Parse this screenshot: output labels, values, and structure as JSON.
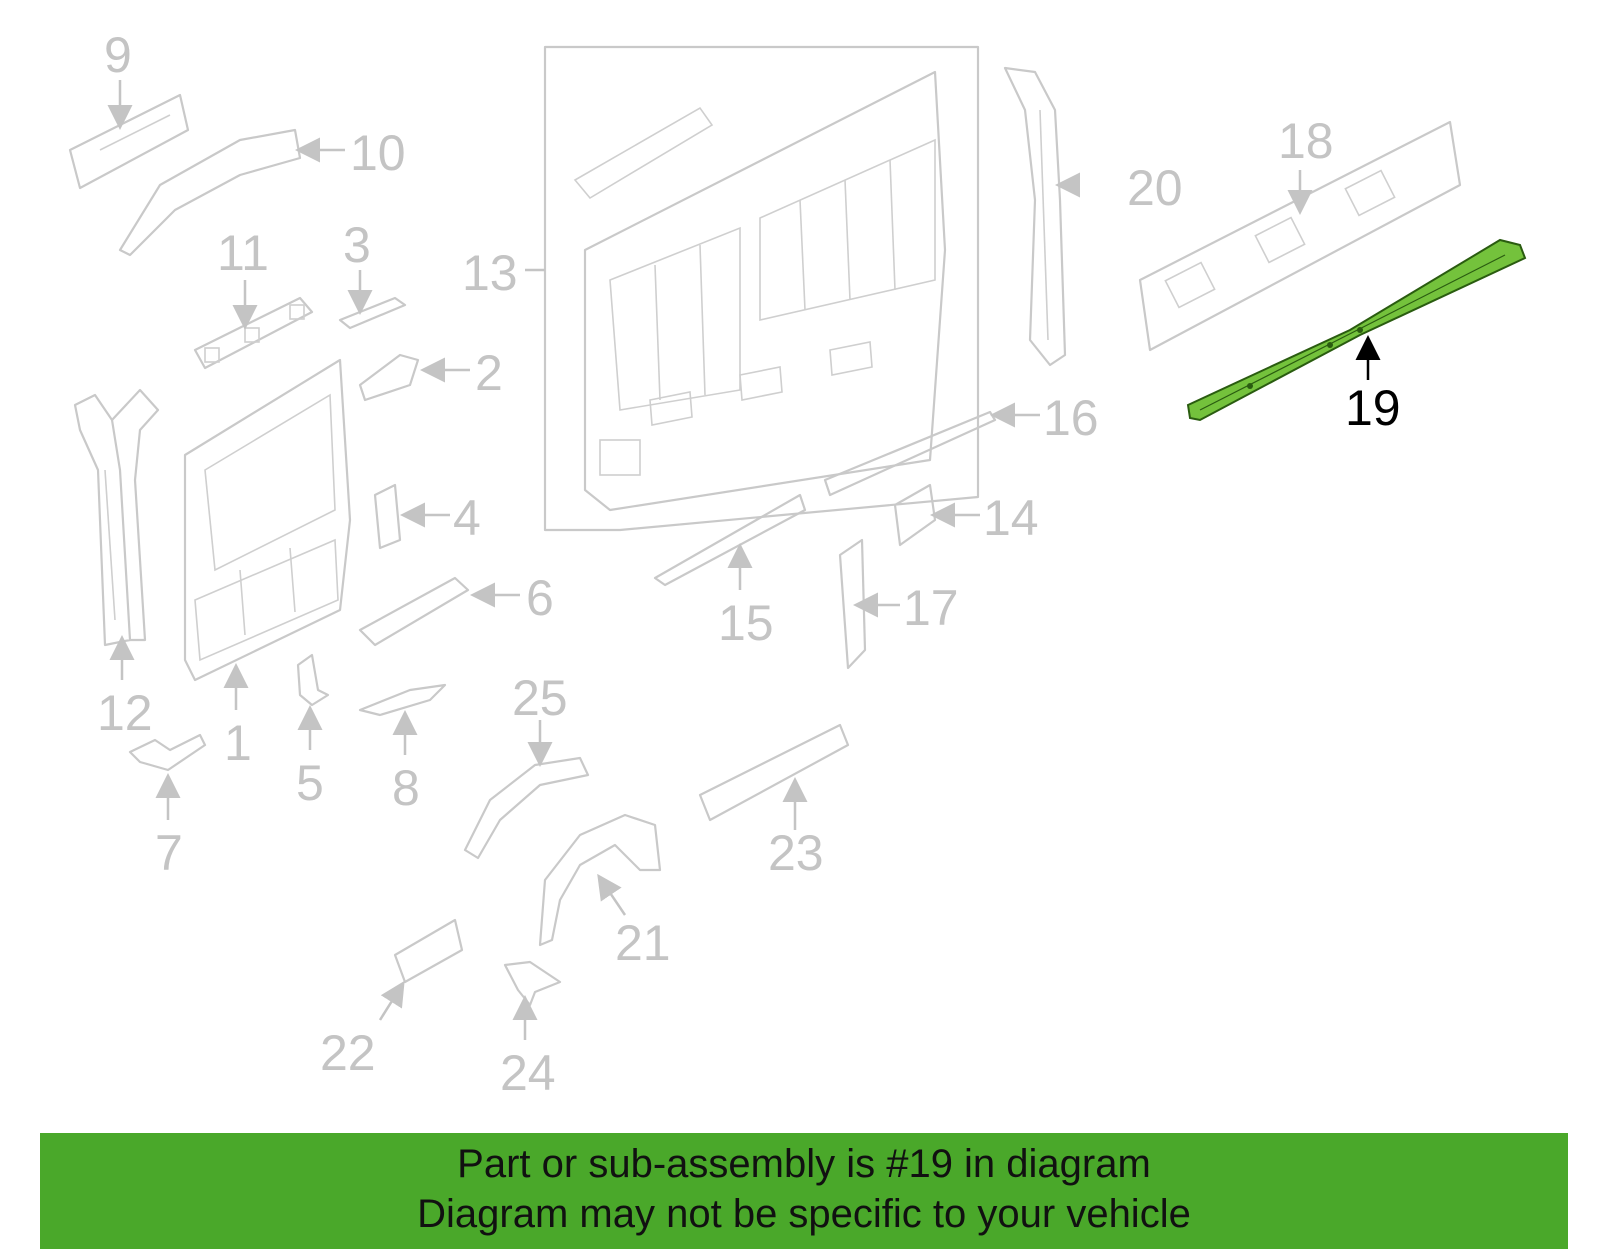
{
  "diagram": {
    "highlighted_part": "19",
    "highlight_color": "#74c23c",
    "callouts": [
      "1",
      "2",
      "3",
      "4",
      "5",
      "6",
      "7",
      "8",
      "9",
      "10",
      "11",
      "12",
      "13",
      "14",
      "15",
      "16",
      "17",
      "18",
      "19",
      "20",
      "21",
      "22",
      "23",
      "24",
      "25"
    ]
  },
  "banner": {
    "line1": "Part or sub-assembly is #19 in diagram",
    "line2": "Diagram may not be specific to your vehicle",
    "color": "#4aa82a"
  }
}
